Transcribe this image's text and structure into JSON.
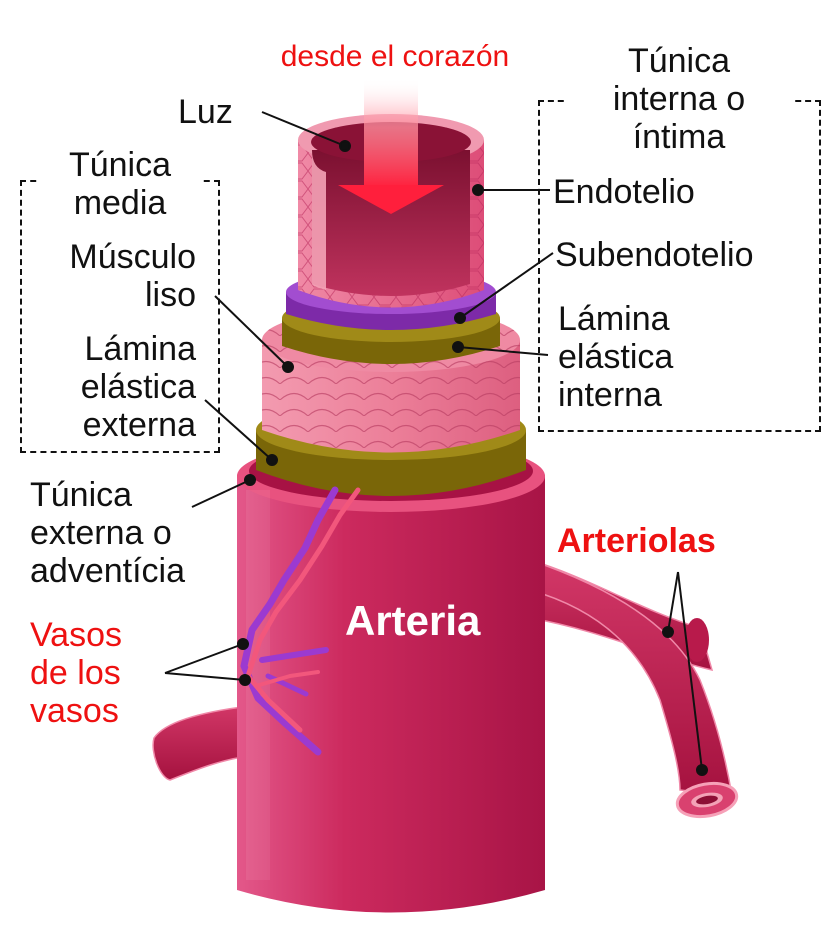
{
  "flow_label": "desde el corazón",
  "labels": {
    "luz": "Luz",
    "tunica_media": "Túnica\nmedia",
    "musculo_liso": "Músculo\nliso",
    "lamina_externa": "Lámina\nelástica\nexterna",
    "tunica_externa": "Túnica\nexterna o\nadventícia",
    "vasos": "Vasos\nde los\nvasos",
    "tunica_interna": "Túnica\ninterna o\níntima",
    "endotelio": "Endotelio",
    "subendotelio": "Subendotelio",
    "lamina_interna": "Lámina\nelástica\ninterna",
    "arteriolas": "Arteriolas",
    "arteria": "Arteria"
  },
  "colors": {
    "label_red": "#ee1111",
    "artery": "#c81e54",
    "media_muscle": "#ee7f98",
    "elastic_lamina": "#8a7510",
    "subendothelium": "#9b3dc4",
    "endothelium": "#e85f88",
    "lumen": "#9c1842"
  }
}
